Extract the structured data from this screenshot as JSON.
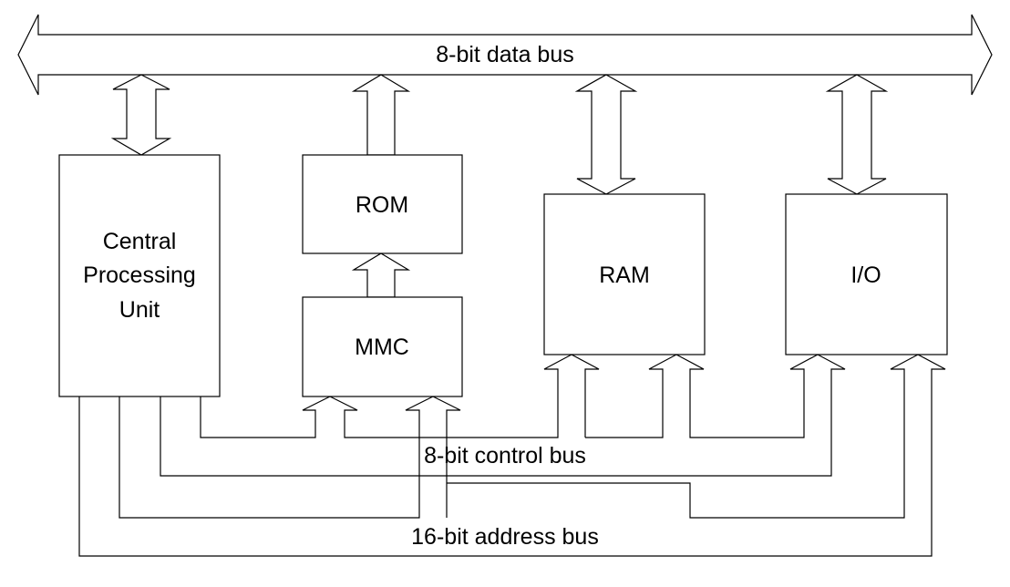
{
  "buses": {
    "data": "8-bit data bus",
    "control": "8-bit control bus",
    "address": "16-bit address bus"
  },
  "blocks": {
    "cpu": [
      "Central",
      "Processing",
      "Unit"
    ],
    "rom": "ROM",
    "mmc": "MMC",
    "ram": "RAM",
    "io": "I/O"
  }
}
